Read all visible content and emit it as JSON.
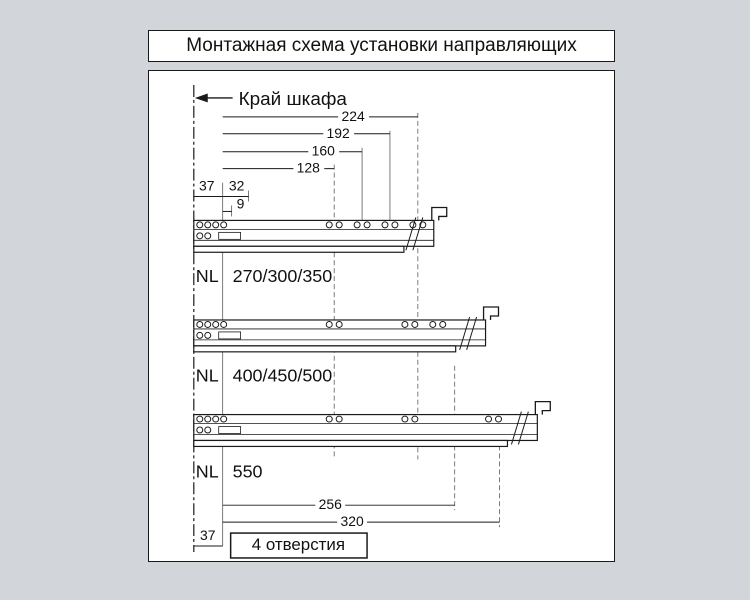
{
  "colors": {
    "background": "#d2d6da",
    "panel": "#ffffff",
    "line": "#1a1a1a"
  },
  "title": "Монтажная схема установки направляющих",
  "diagram": {
    "cabinet_edge_label": "Край шкафа",
    "top_dims": {
      "d224": "224",
      "d192": "192",
      "d160": "160",
      "d128": "128",
      "d37": "37",
      "d32": "32",
      "d9": "9"
    },
    "rails": [
      {
        "prefix": "NL",
        "sizes": "270/300/350"
      },
      {
        "prefix": "NL",
        "sizes": "400/450/500"
      },
      {
        "prefix": "NL",
        "sizes": "550"
      }
    ],
    "bottom_dims": {
      "d256": "256",
      "d320": "320",
      "d37": "37"
    },
    "holes_note": "4 отверстия"
  }
}
